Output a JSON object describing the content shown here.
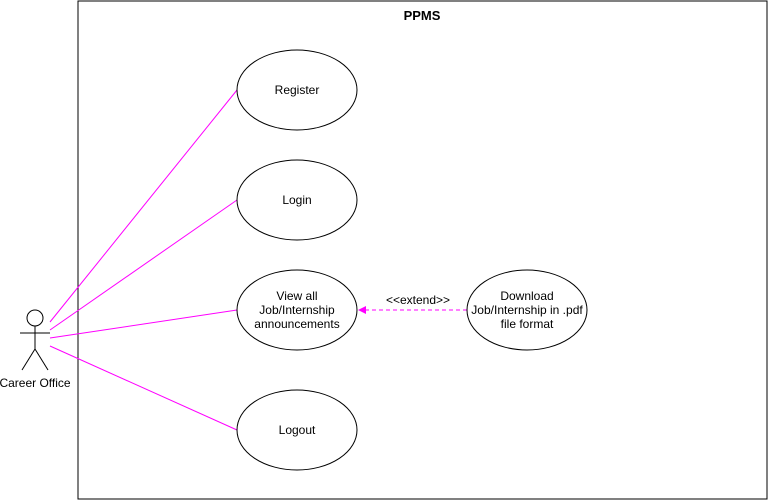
{
  "system": {
    "title": "PPMS"
  },
  "actor": {
    "name": "Career Office"
  },
  "use_cases": [
    {
      "id": "register",
      "lines": [
        "Register"
      ]
    },
    {
      "id": "login",
      "lines": [
        "Login"
      ]
    },
    {
      "id": "view",
      "lines": [
        "View all",
        "Job/Internship",
        "announcements"
      ]
    },
    {
      "id": "logout",
      "lines": [
        "Logout"
      ]
    },
    {
      "id": "download",
      "lines": [
        "Download",
        "Job/Internship in .pdf",
        "file format"
      ]
    }
  ],
  "relations": {
    "extend_label": "<<extend>>"
  },
  "colors": {
    "association": "#ff00ff",
    "stroke": "#000000",
    "background": "#ffffff"
  }
}
